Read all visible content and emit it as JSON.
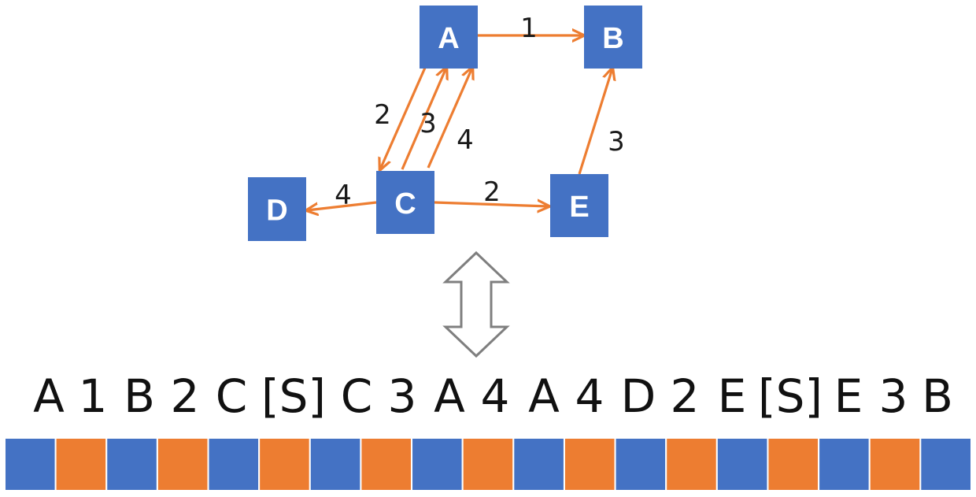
{
  "colors": {
    "node_fill": "#4472C4",
    "edge": "#ED7D31",
    "entity_cell": "#4472C4",
    "relation_cell": "#ED7D31",
    "double_arrow_stroke": "#7F7F7F"
  },
  "graph": {
    "nodes": [
      {
        "id": "A",
        "label": "A"
      },
      {
        "id": "B",
        "label": "B"
      },
      {
        "id": "C",
        "label": "C"
      },
      {
        "id": "D",
        "label": "D"
      },
      {
        "id": "E",
        "label": "E"
      }
    ],
    "edges": [
      {
        "from": "A",
        "to": "B",
        "label": "1"
      },
      {
        "from": "A",
        "to": "C",
        "label": "2"
      },
      {
        "from": "C",
        "to": "A",
        "label": "3"
      },
      {
        "from": "C",
        "to": "A",
        "label": "4"
      },
      {
        "from": "C",
        "to": "D",
        "label": "4"
      },
      {
        "from": "C",
        "to": "E",
        "label": "2"
      },
      {
        "from": "E",
        "to": "B",
        "label": "3"
      }
    ]
  },
  "sequence": {
    "tokens": [
      "A",
      "1",
      "B",
      "2",
      "C",
      "[S]",
      "C",
      "3",
      "A",
      "4",
      "A",
      "4",
      "D",
      "2",
      "E",
      "[S]",
      "E",
      "3",
      "B"
    ],
    "cell_types": [
      "entity",
      "relation",
      "entity",
      "relation",
      "entity",
      "relation",
      "entity",
      "relation",
      "entity",
      "relation",
      "entity",
      "relation",
      "entity",
      "relation",
      "entity",
      "relation",
      "entity",
      "relation",
      "entity"
    ]
  }
}
